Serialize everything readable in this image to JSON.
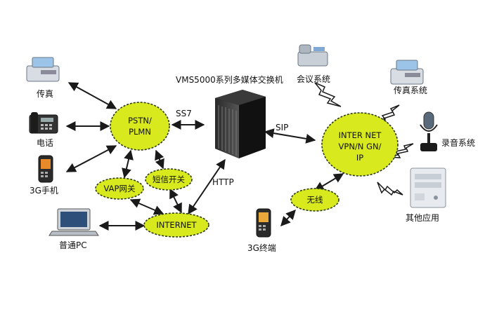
{
  "title": "VMS5000系列多媒体交换机",
  "protocols": {
    "ss7": "SS7",
    "sip": "SIP",
    "http": "HTTP"
  },
  "clouds": {
    "pstn_line1": "PSTN/",
    "pstn_line2": "PLMN",
    "internet_right_line1": "INTER NET",
    "internet_right_line2": "VPN/N GN/",
    "internet_right_line3": "IP",
    "vap": "VAP网关",
    "sms": "短信开关",
    "internet": "INTERNET",
    "wireless": "无线"
  },
  "devices": {
    "fax_left": "传真",
    "phone": "电话",
    "mobile_3g": "3G手机",
    "pc": "普通PC",
    "terminal_3g": "3G终端",
    "conference": "会议系统",
    "fax_right": "传真系统",
    "recording": "录音系统",
    "other_apps": "其他应用"
  },
  "colors": {
    "cloud_fill": "#d8ea1e",
    "cloud_stroke": "#2f3b12",
    "line": "#1a1a1a"
  }
}
